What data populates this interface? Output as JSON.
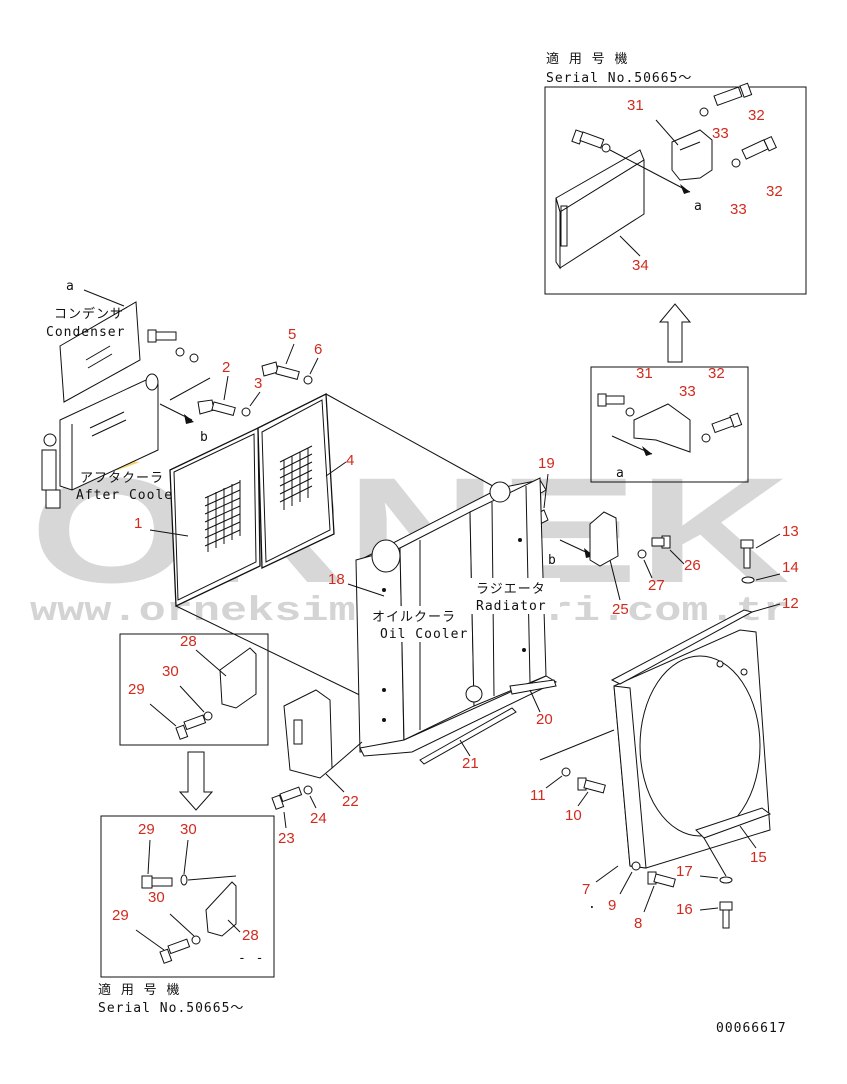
{
  "watermark": {
    "brand": "ORNEK",
    "url": "www.orneksimokinhlari.com.tr",
    "accent_color": "#f2c84b"
  },
  "notes": {
    "serial_top": {
      "line1": "適 用 号 機",
      "line2": "Serial No.50665～"
    },
    "serial_bottom": {
      "line1": "適 用 号 機",
      "line2": "Serial No.50665～"
    },
    "doc_number": "00066617"
  },
  "labels": {
    "condenser_jp": "コンデンサ",
    "condenser_en": "Condenser",
    "aftercooler_jp": "アフタクーラ",
    "aftercooler_en": "After Cooler",
    "oilcooler_jp": "オイルクーラ",
    "oilcooler_en": "Oil Cooler",
    "radiator_jp": "ラジエータ",
    "radiator_en": "Radiator",
    "ref_a1": "a",
    "ref_a2": "a",
    "ref_a3": "a",
    "ref_b1": "b",
    "ref_b2": "b",
    "dash": "- -",
    "dot": "."
  },
  "callouts": {
    "n1": "1",
    "n2": "2",
    "n3": "3",
    "n4": "4",
    "n5": "5",
    "n6": "6",
    "n7": "7",
    "n8": "8",
    "n9": "9",
    "n10": "10",
    "n11": "11",
    "n12": "12",
    "n13": "13",
    "n14": "14",
    "n15": "15",
    "n16": "16",
    "n17": "17",
    "n18": "18",
    "n19": "19",
    "n20": "20",
    "n21": "21",
    "n22": "22",
    "n23": "23",
    "n24": "24",
    "n25": "25",
    "n26": "26",
    "n27": "27",
    "top_31a": "31",
    "top_32a": "32",
    "top_33a": "33",
    "top_32b": "32",
    "top_33b": "33",
    "top_34": "34",
    "mid_31": "31",
    "mid_32": "32",
    "mid_33": "33",
    "lt_28": "28",
    "lt_29": "29",
    "lt_30": "30",
    "lb_29a": "29",
    "lb_30a": "30",
    "lb_30b": "30",
    "lb_29b": "29",
    "lb_28": "28"
  }
}
